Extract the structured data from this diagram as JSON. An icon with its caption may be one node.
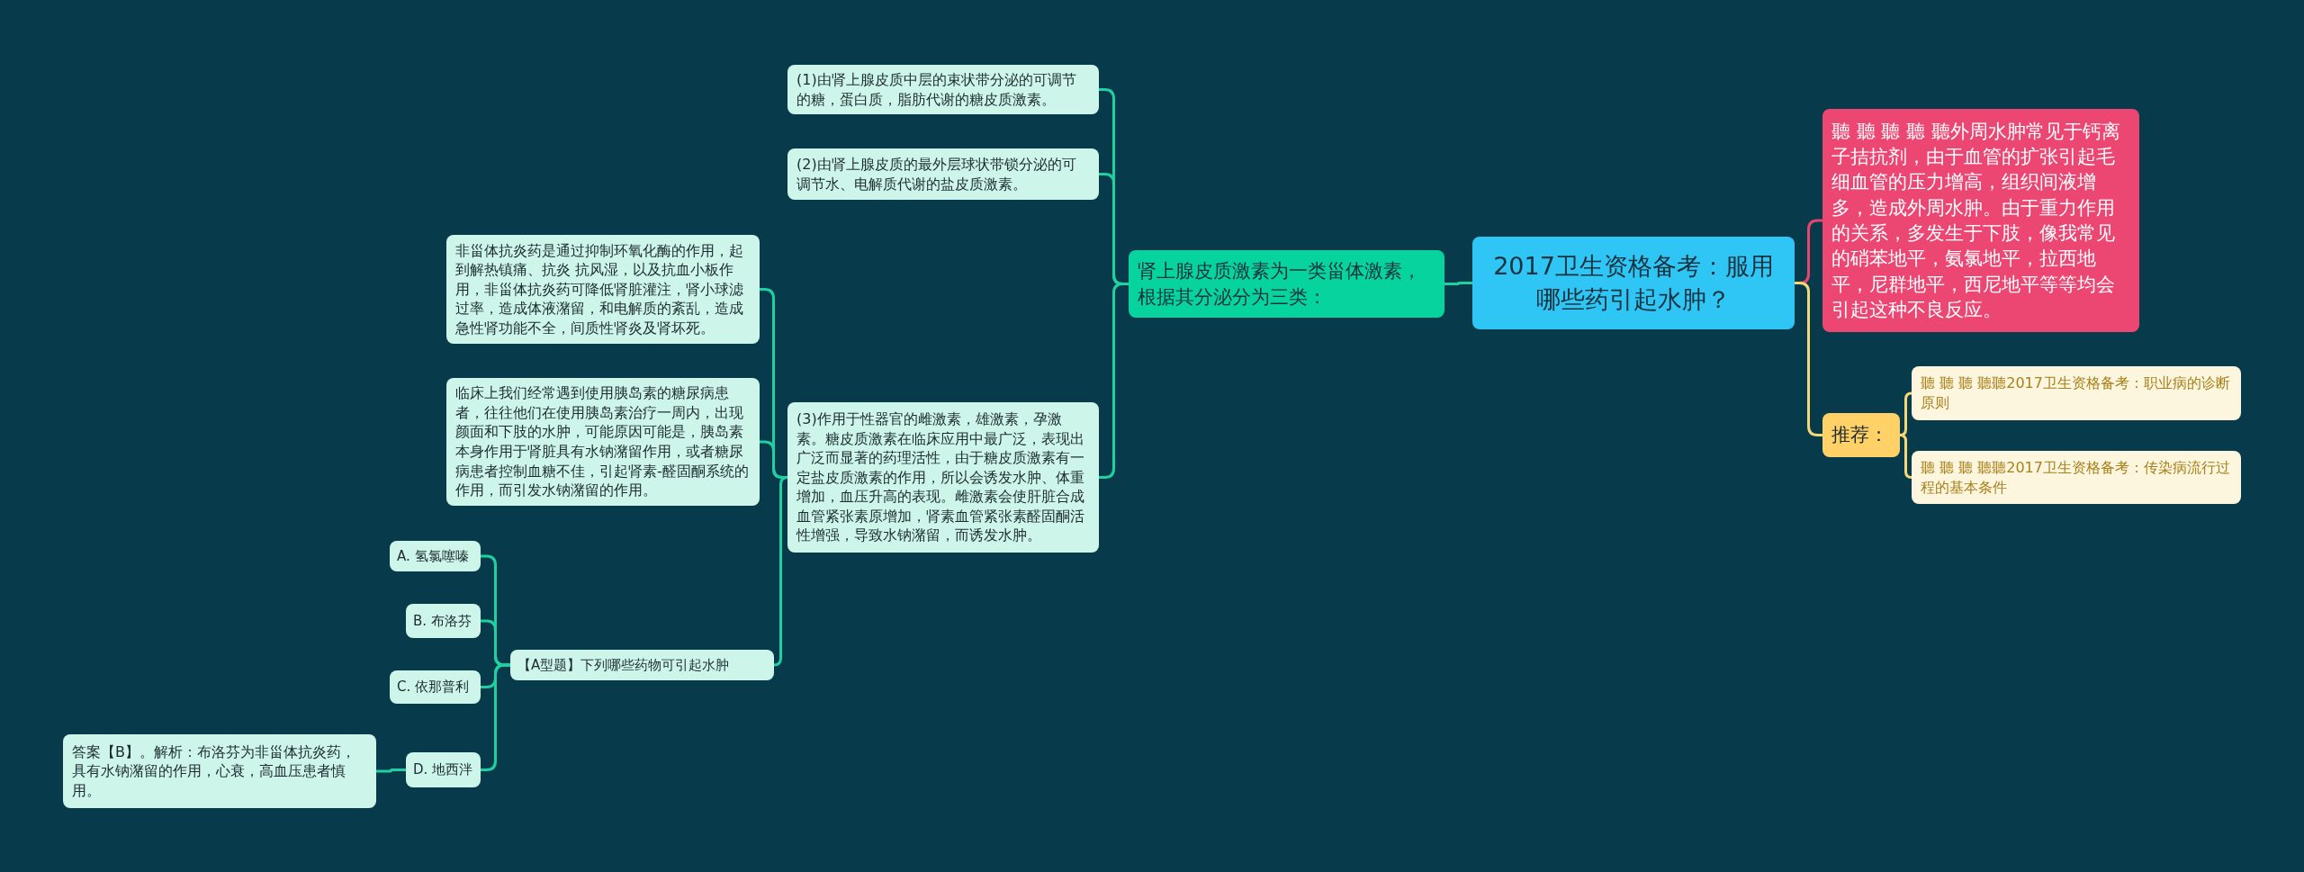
{
  "diagram": {
    "nodes": [
      {
        "text": [
          "2017卫生资格备考：服用哪些药引起水肿？"
        ]
      },
      {
        "text": [
          "肾上腺皮质激素为一类甾体激素，根据其分泌分为三类："
        ]
      },
      {
        "text": [
          "(1)由肾上腺皮质中层的束状带分泌的可调节的糖，蛋白质，脂肪代谢的糖皮质激素。"
        ]
      },
      {
        "text": [
          "(2)由肾上腺皮质的最外层球状带锁分泌的可调节水、电解质代谢的盐皮质激素。"
        ]
      },
      {
        "text": [
          "(3)作用于性器官的雌激素，雄激素，孕激素。糖皮质激素在临床应用中最广泛，表现出广泛而显著的药理活性，由于糖皮质激素有一定盐皮质激素的作用，所以会诱发水肿、体重增加，血压升高的表现。雌激素会使肝脏合成血管紧张素原增加，肾素血管紧张素醛固酮活性增强，导致水钠潴留，而诱发水肿。"
        ]
      },
      {
        "text": [
          "非甾体抗炎药是通过抑制环氧化酶的作用，起到解热镇痛、抗炎 抗风湿，以及抗血小板作用，非甾体抗炎药可降低肾脏灌注，肾小球滤过率，造成体液潴留，和电解质的紊乱，造成急性肾功能不全，间质性肾炎及肾坏死。"
        ]
      },
      {
        "text": [
          "临床上我们经常遇到使用胰岛素的糖尿病患者，往往他们在使用胰岛素治疗一周内，出现颜面和下肢的水肿，可能原因可能是，胰岛素本身作用于肾脏具有水钠潴留作用，或者糖尿病患者控制血糖不佳，引起肾素-醛固酮系统的作用，而引发水钠潴留的作用。"
        ]
      },
      {
        "text": [
          "【A型题】下列哪些药物可引起水肿"
        ]
      },
      {
        "text": [
          "A. 氢氯噻嗪"
        ]
      },
      {
        "text": [
          "B. 布洛芬"
        ]
      },
      {
        "text": [
          "C. 依那普利"
        ]
      },
      {
        "text": [
          "D. 地西泮"
        ]
      },
      {
        "text": [
          "答案【B】。解析：布洛芬为非甾体抗炎药，具有水钠潴留的作用，心衰，高血压患者慎用。"
        ]
      },
      {
        "text": [
          "聽 聽 聽 聽 聽外周水肿常见于钙离子拮抗剂，由于血管的扩张引起毛细血管的压力增高，组织间液增多，造成外周水肿。由于重力作用的关系，多发生于下肢，像我常见的硝苯地平，氨氯地平，拉西地平，尼群地平，西尼地平等等均会引起这种不良反应。"
        ]
      },
      {
        "text": [
          "推荐："
        ]
      },
      {
        "text": [
          "聽 聽 聽 聽聽2017卫生资格备考：职业病的诊断原则"
        ]
      },
      {
        "text": [
          "聽 聽 聽 聽聽2017卫生资格备考：传染病流行过程的基本条件"
        ]
      }
    ],
    "edges": [
      {
        "from": 0,
        "to": 1,
        "arrow": "none"
      },
      {
        "from": 1,
        "to": 2,
        "arrow": "none"
      },
      {
        "from": 1,
        "to": 3,
        "arrow": "none"
      },
      {
        "from": 1,
        "to": 4,
        "arrow": "none"
      },
      {
        "from": 4,
        "to": 5,
        "arrow": "none"
      },
      {
        "from": 4,
        "to": 6,
        "arrow": "none"
      },
      {
        "from": 4,
        "to": 7,
        "arrow": "none"
      },
      {
        "from": 7,
        "to": 8,
        "arrow": "none"
      },
      {
        "from": 7,
        "to": 9,
        "arrow": "none"
      },
      {
        "from": 7,
        "to": 10,
        "arrow": "none"
      },
      {
        "from": 7,
        "to": 11,
        "arrow": "none"
      },
      {
        "from": 11,
        "to": 12,
        "arrow": "none"
      },
      {
        "from": 0,
        "to": 13,
        "arrow": "none",
        "color": "#e94470"
      },
      {
        "from": 0,
        "to": 14,
        "arrow": "none",
        "color": "#f5d776"
      },
      {
        "from": 14,
        "to": 15,
        "arrow": "none",
        "color": "#f5d776"
      },
      {
        "from": 14,
        "to": 16,
        "arrow": "none",
        "color": "#f5d776"
      }
    ]
  }
}
